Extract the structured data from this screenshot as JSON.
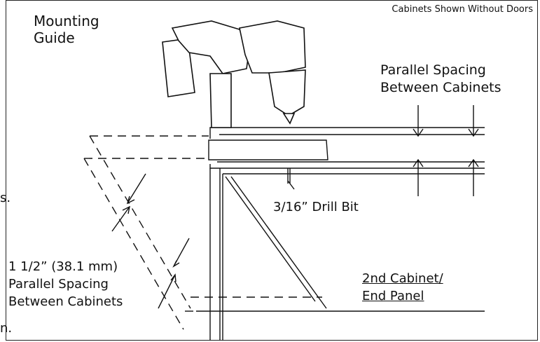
{
  "title": [
    "Mounting",
    "Guide"
  ],
  "top_note": "Cabinets Shown Without Doors",
  "parallel_top": [
    "Parallel Spacing",
    "Between Cabinets"
  ],
  "drill_bit_label": "3/16” Drill Bit",
  "spacing_left": [
    "1 1/2” (38.1 mm)",
    "Parallel Spacing",
    "Between Cabinets"
  ],
  "second_cabinet": [
    "2nd Cabinet/",
    "End Panel"
  ],
  "cut_text": [
    "s.",
    "n."
  ]
}
